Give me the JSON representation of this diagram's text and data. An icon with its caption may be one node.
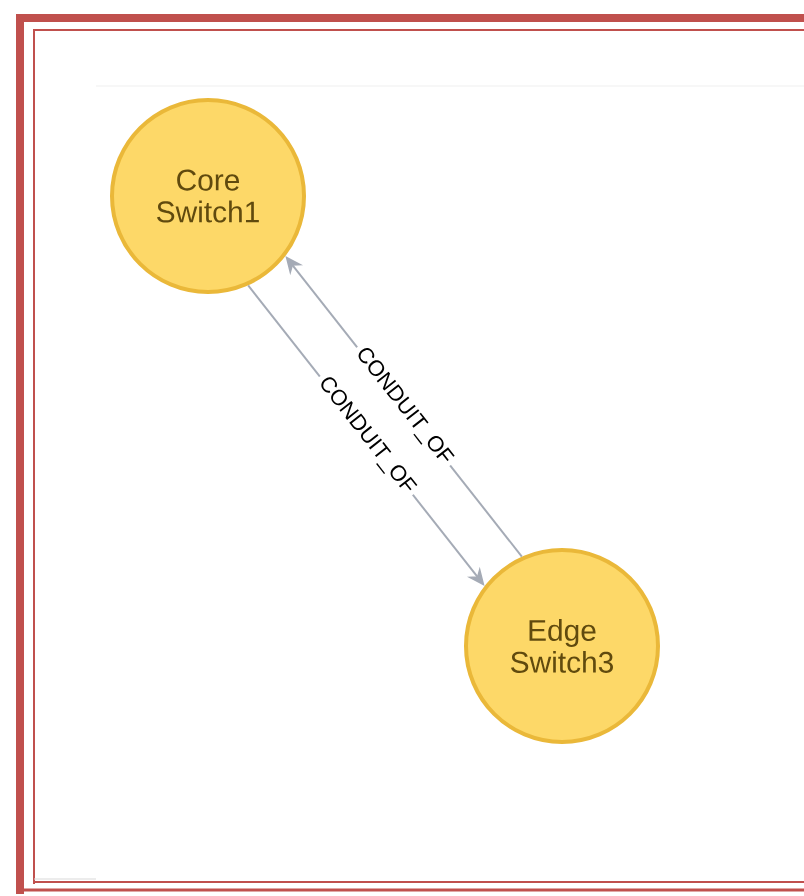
{
  "diagram": {
    "nodes": [
      {
        "text": [
          "Core Switch1"
        ]
      },
      {
        "text": [
          "Edge Switch3"
        ]
      }
    ],
    "edges": [
      {
        "from": 0,
        "to": 1,
        "arrow": "to",
        "label": "CONDUIT_OF"
      },
      {
        "from": 1,
        "to": 0,
        "arrow": "to",
        "label": "CONDUIT_OF"
      }
    ]
  }
}
